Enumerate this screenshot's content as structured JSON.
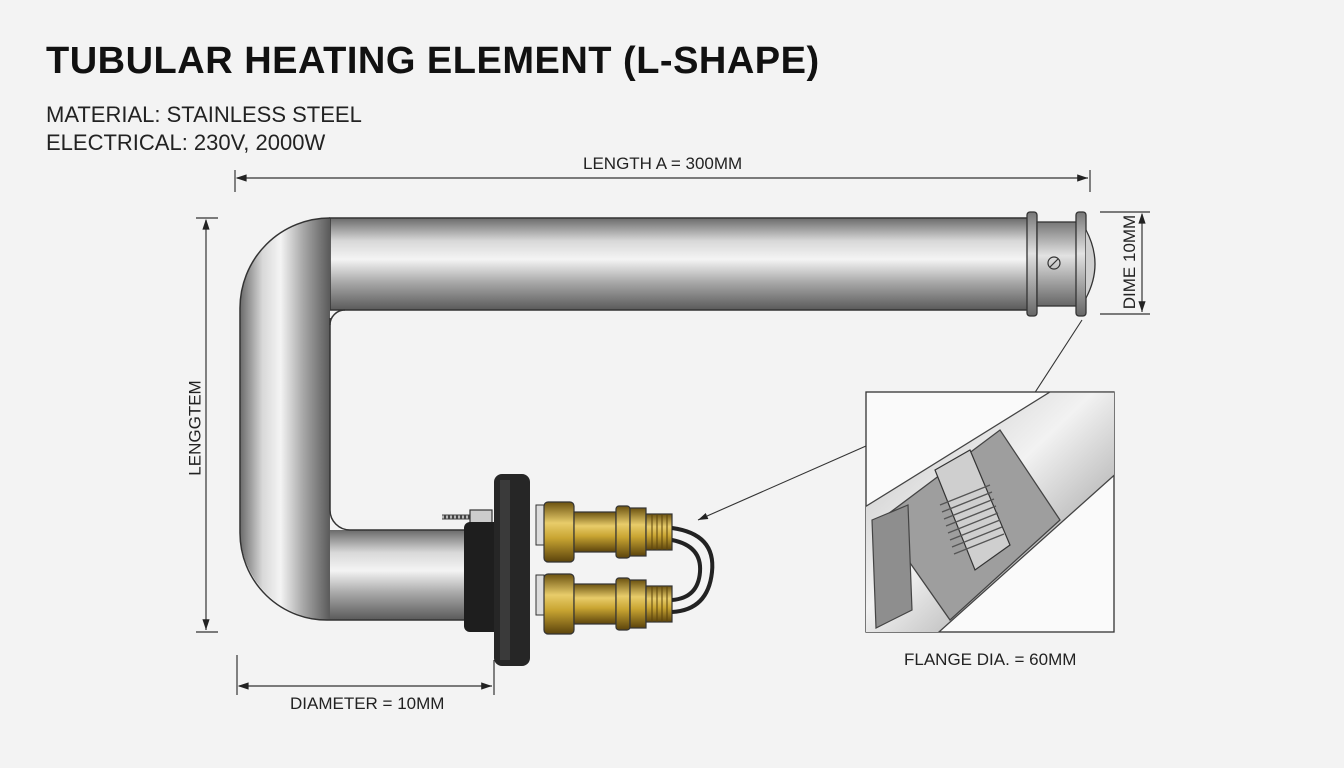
{
  "title": "TUBULAR HEATING ELEMENT (L-SHAPE)",
  "specs": {
    "material": "MATERIAL: STAINLESS STEEL",
    "electrical": "ELECTRICAL: 230V, 2000W"
  },
  "dimensions": {
    "length_a": "LENGTH A = 300MM",
    "length_vertical": "LENGGTEM",
    "diameter_top": "DIME 10MM",
    "diameter_bottom": "DIAMETER = 10MM",
    "flange": "FLANGE DIA. = 60MM"
  }
}
